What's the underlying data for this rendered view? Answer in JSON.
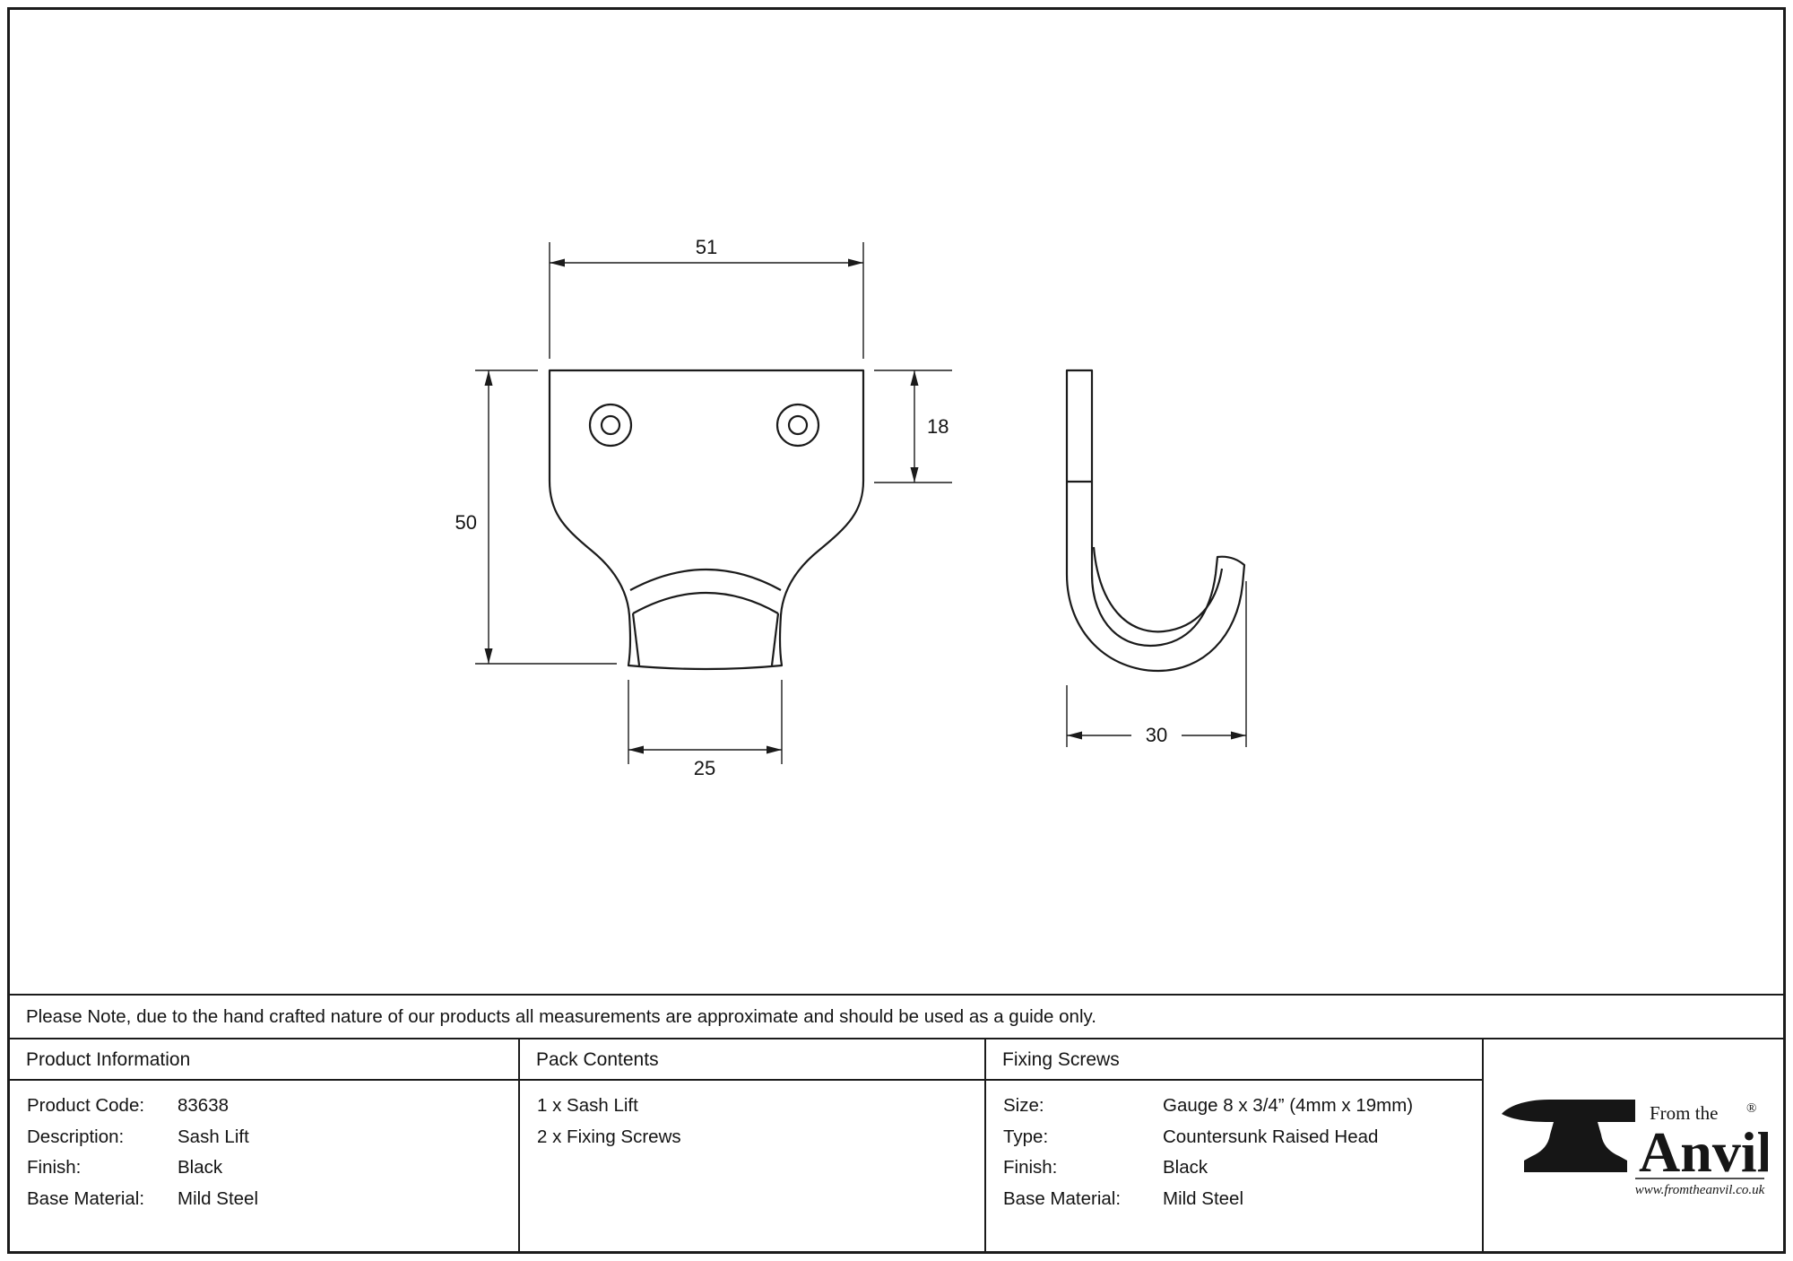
{
  "note": "Please Note, due to the hand crafted nature of our products all measurements are approximate and should be used as a guide only.",
  "drawing": {
    "dimensions": {
      "top_width": "51",
      "plate_height": "18",
      "total_height": "50",
      "stem_width": "25",
      "hook_depth": "30"
    }
  },
  "table": {
    "product_information": {
      "title": "Product Information",
      "rows": [
        {
          "label": "Product Code:",
          "value": "83638"
        },
        {
          "label": "Description:",
          "value": "Sash Lift"
        },
        {
          "label": "Finish:",
          "value": "Black"
        },
        {
          "label": "Base Material:",
          "value": "Mild Steel"
        }
      ]
    },
    "pack_contents": {
      "title": "Pack Contents",
      "items": [
        "1 x Sash Lift",
        "2 x Fixing Screws"
      ]
    },
    "fixing_screws": {
      "title": "Fixing Screws",
      "rows": [
        {
          "label": "Size:",
          "value": "Gauge 8 x 3/4” (4mm x 19mm)"
        },
        {
          "label": "Type:",
          "value": "Countersunk Raised Head"
        },
        {
          "label": "Finish:",
          "value": "Black"
        },
        {
          "label": "Base Material:",
          "value": "Mild Steel"
        }
      ]
    }
  },
  "logo": {
    "tagline": "From the",
    "name": "Anvil",
    "registered": "®",
    "url": "www.fromtheanvil.co.uk"
  },
  "colors": {
    "line": "#1b1b1b",
    "background": "#ffffff"
  }
}
